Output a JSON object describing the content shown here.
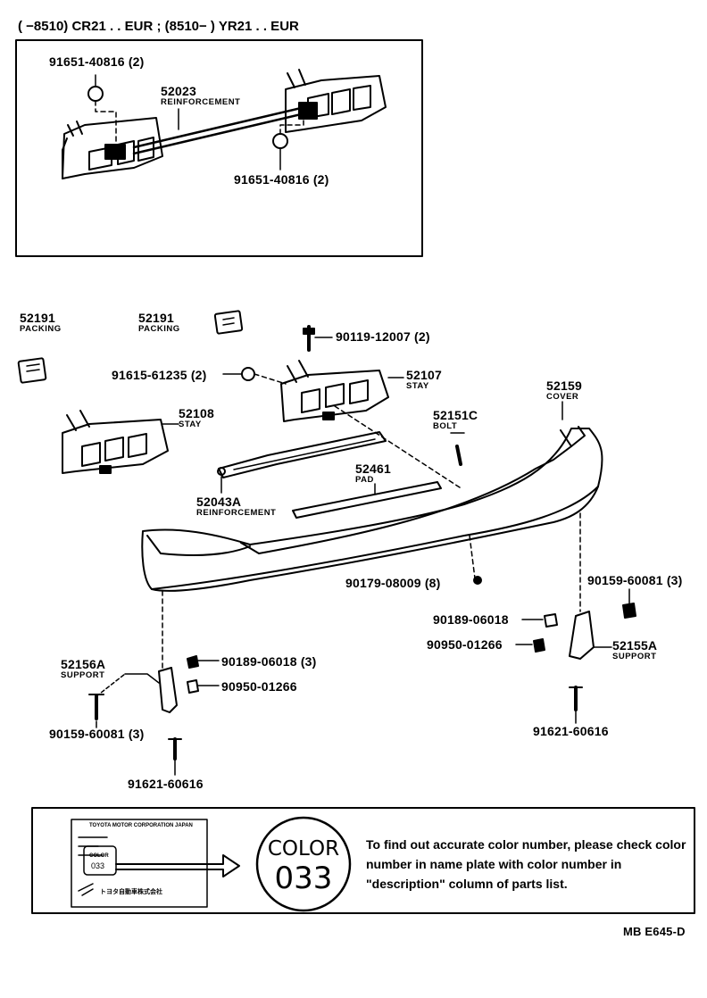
{
  "header": "( −8510) CR21 . . EUR ; (8510− ) YR21 . . EUR",
  "inset": {
    "labels": [
      {
        "id": "i1",
        "text": "91651-40816 (2)"
      },
      {
        "id": "i2",
        "text": "52023",
        "sub": "REINFORCEMENT"
      },
      {
        "id": "i3",
        "text": "91651-40816 (2)"
      }
    ]
  },
  "parts": [
    {
      "id": "p1",
      "text": "52191",
      "sub": "PACKING"
    },
    {
      "id": "p2",
      "text": "52191",
      "sub": "PACKING"
    },
    {
      "id": "p3",
      "text": "90119-12007 (2)"
    },
    {
      "id": "p4",
      "text": "91615-61235 (2)"
    },
    {
      "id": "p5",
      "text": "52107",
      "sub": "STAY"
    },
    {
      "id": "p6",
      "text": "52159",
      "sub": "COVER"
    },
    {
      "id": "p7",
      "text": "52108",
      "sub": "STAY"
    },
    {
      "id": "p8",
      "text": "52151C",
      "sub": "BOLT"
    },
    {
      "id": "p9",
      "text": "52461",
      "sub": "PAD"
    },
    {
      "id": "p10",
      "text": "52043A",
      "sub": "REINFORCEMENT"
    },
    {
      "id": "p11",
      "text": "90179-08009 (8)"
    },
    {
      "id": "p12",
      "text": "90159-60081 (3)"
    },
    {
      "id": "p13",
      "text": "90189-06018"
    },
    {
      "id": "p14",
      "text": "90950-01266"
    },
    {
      "id": "p15",
      "text": "52155A",
      "sub": "SUPPORT"
    },
    {
      "id": "p16",
      "text": "52156A",
      "sub": "SUPPORT"
    },
    {
      "id": "p17",
      "text": "90189-06018 (3)"
    },
    {
      "id": "p18",
      "text": "90950-01266"
    },
    {
      "id": "p19",
      "text": "90159-60081 (3)"
    },
    {
      "id": "p20",
      "text": "91621-60616"
    },
    {
      "id": "p21",
      "text": "91621-60616"
    }
  ],
  "color_box": {
    "nameplate_title": "TOYOTA MOTOR CORPORATION JAPAN",
    "nameplate_color": "COLOR",
    "nameplate_code": "033",
    "nameplate_footer": "トヨタ自動車株式会社",
    "color_word": "COLOR",
    "color_code": "033",
    "note": "To find out accurate color number, please check color number in name plate with color number in \"description\" column of parts list."
  },
  "footer_code": "MB E645-D"
}
